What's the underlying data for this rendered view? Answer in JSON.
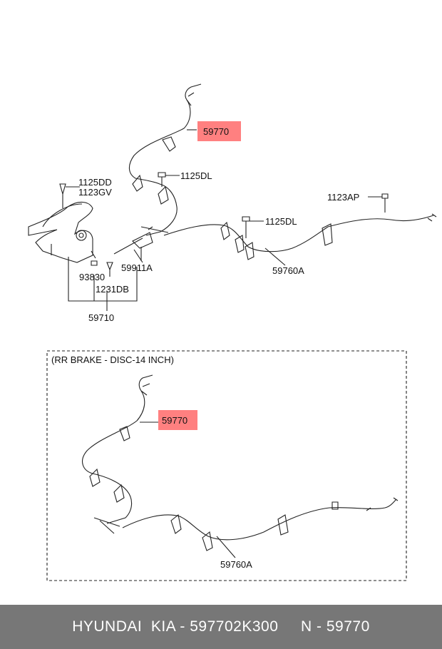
{
  "diagram": {
    "upper_section": {
      "labels": {
        "bolt_1125dd": "1125DD",
        "bolt_1123gv": "1123GV",
        "cable_59770": "59770",
        "bolt_1125dl_top": "1125DL",
        "bolt_1123ap": "1123AP",
        "bolt_1125dl_mid": "1125DL",
        "part_59911a": "59911A",
        "cable_59760a": "59760A",
        "part_93830": "93830",
        "part_1231db": "1231DB",
        "assembly_59710": "59710"
      }
    },
    "lower_section": {
      "title": "(RR BRAKE - DISC-14 INCH)",
      "labels": {
        "cable_59770": "59770",
        "cable_59760a": "59760A"
      }
    },
    "highlight_color": "#ff8080"
  },
  "footer": {
    "text": "HYUNDAI  KIA - 597702K300     N - 59770"
  }
}
